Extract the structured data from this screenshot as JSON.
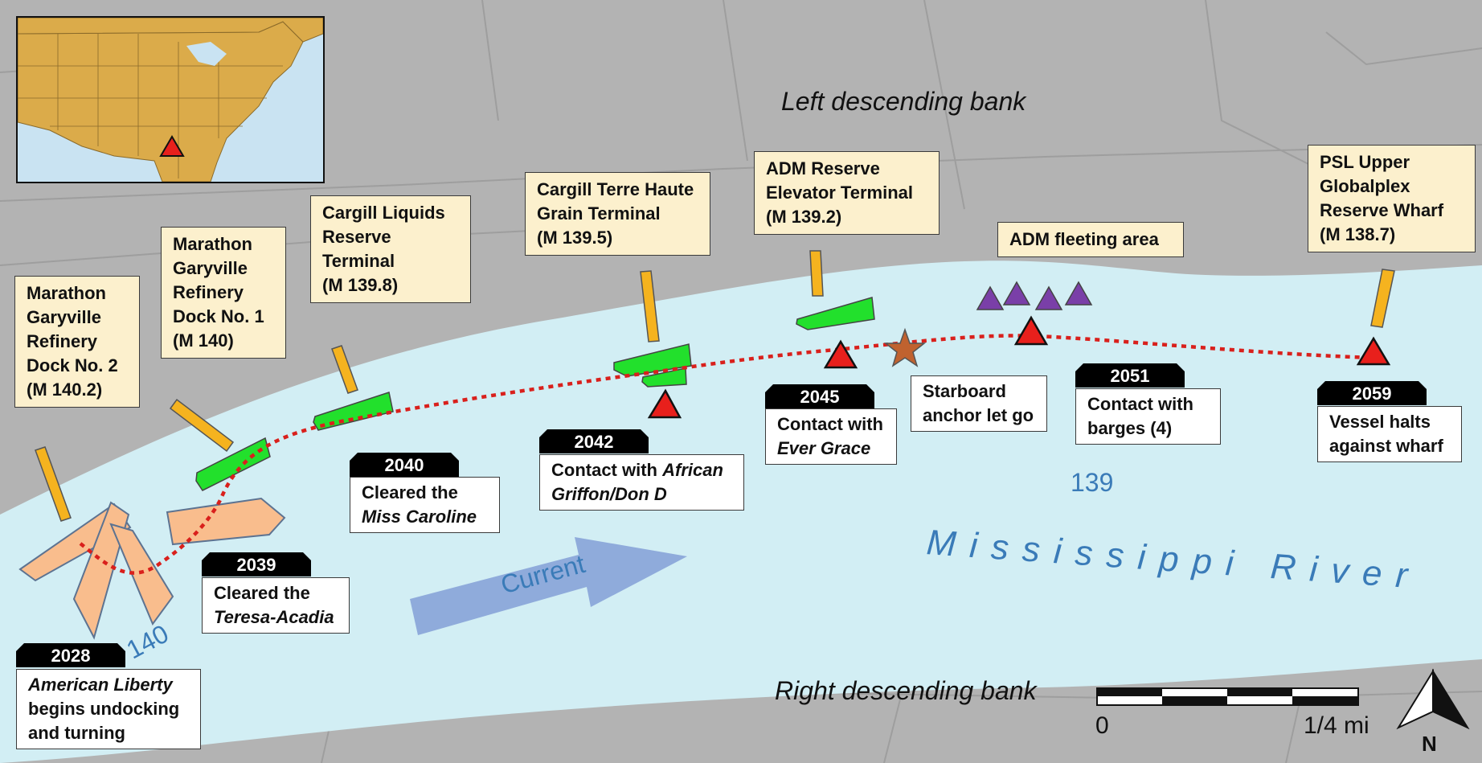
{
  "map": {
    "banks": {
      "left": "Left descending bank",
      "right": "Right descending bank"
    },
    "river_name": "Mississippi River",
    "mile_markers": [
      "140",
      "139"
    ],
    "current_label": "Current",
    "scale": {
      "start": "0",
      "end": "1/4 mi"
    },
    "north_label": "N"
  },
  "facilities": [
    {
      "lines": [
        "Marathon",
        "Garyville",
        "Refinery",
        "Dock No. 2",
        "(M 140.2)"
      ]
    },
    {
      "lines": [
        "Marathon",
        "Garyville",
        "Refinery",
        "Dock No. 1",
        "(M 140)"
      ]
    },
    {
      "lines": [
        "Cargill Liquids",
        "Reserve",
        "Terminal",
        "(M 139.8)"
      ]
    },
    {
      "lines": [
        "Cargill Terre Haute",
        "Grain Terminal",
        "(M 139.5)"
      ]
    },
    {
      "lines": [
        "ADM Reserve",
        "Elevator Terminal",
        "(M 139.2)"
      ]
    },
    {
      "lines": [
        "ADM fleeting area"
      ]
    },
    {
      "lines": [
        "PSL Upper",
        "Globalplex",
        "Reserve Wharf",
        "(M 138.7)"
      ]
    }
  ],
  "events": [
    {
      "time": "2028",
      "line1_italic": "American Liberty",
      "line1_rest": "",
      "line2_italic": "",
      "line2_rest": "begins undocking",
      "line3": "and turning"
    },
    {
      "time": "2039",
      "line1_italic": "",
      "line1_rest": "Cleared the",
      "line2_italic": "Teresa-Acadia",
      "line2_rest": "",
      "line3": ""
    },
    {
      "time": "2040",
      "line1_italic": "",
      "line1_rest": "Cleared the",
      "line2_italic": "Miss Caroline",
      "line2_rest": "",
      "line3": ""
    },
    {
      "time": "2042",
      "line1_italic": "African",
      "line1_rest": "Contact with ",
      "line2_italic": "Griffon/Don D",
      "line2_rest": "",
      "line3": ""
    },
    {
      "time": "2045",
      "line1_italic": "",
      "line1_rest": "Contact with",
      "line2_italic": "Ever Grace",
      "line2_rest": "",
      "line3": ""
    },
    {
      "time": "2051",
      "line1_italic": "",
      "line1_rest": "Contact with",
      "line2_italic": "",
      "line2_rest": "barges (4)",
      "line3": ""
    },
    {
      "time": "2059",
      "line1_italic": "",
      "line1_rest": "Vessel halts",
      "line2_italic": "",
      "line2_rest": "against wharf",
      "line3": ""
    }
  ],
  "anchor_note": {
    "line1": "Starboard",
    "line2": "anchor let go"
  },
  "colors": {
    "land": "#b3b3b3",
    "water": "#d2eef4",
    "dock": "#f5b31f",
    "barge": "#22e02c",
    "vessel": "#f9bd8d",
    "track": "#d9201c",
    "event_marker": "#e8201c",
    "fleeting_marker": "#7a3fa8",
    "anchor_star": "#c0622f",
    "current_arrow": "#8fabdb",
    "label_fill": "#fcf0cd"
  }
}
